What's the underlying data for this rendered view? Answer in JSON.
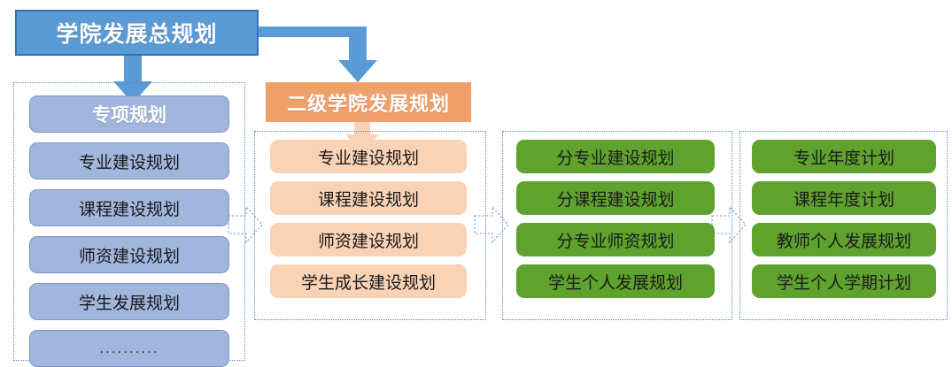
{
  "diagram": {
    "title_box": {
      "label": "学院发展总规划",
      "fill": "#5B9BD5",
      "stroke": "#2E75B6",
      "text_color": "#FFFFFF"
    },
    "sub_header": {
      "label": "二级学院发展规划",
      "fill": "#F0A16A",
      "text_color": "#FFFFFF"
    },
    "columns": [
      {
        "name": "special-plans",
        "fill": "#A0B6DC",
        "stroke": "#7B96C6",
        "items": [
          {
            "label": "专项规划",
            "emphasis": true
          },
          {
            "label": "专业建设规划",
            "emphasis": false
          },
          {
            "label": "课程建设规划",
            "emphasis": false
          },
          {
            "label": "师资建设规划",
            "emphasis": false
          },
          {
            "label": "学生发展规划",
            "emphasis": false
          },
          {
            "label": "..........",
            "emphasis": false
          }
        ]
      },
      {
        "name": "secondary-college-plans",
        "fill": "#FAD3B6",
        "items": [
          {
            "label": "专业建设规划"
          },
          {
            "label": "课程建设规划"
          },
          {
            "label": "师资建设规划"
          },
          {
            "label": "学生成长建设规划"
          }
        ]
      },
      {
        "name": "major-level-plans",
        "fill": "#5FA22E",
        "items": [
          {
            "label": "分专业建设规划"
          },
          {
            "label": "分课程建设规划"
          },
          {
            "label": "分专业师资规划"
          },
          {
            "label": "学生个人发展规划"
          }
        ]
      },
      {
        "name": "annual-plans",
        "fill": "#5FA22E",
        "items": [
          {
            "label": "专业年度计划"
          },
          {
            "label": "课程年度计划"
          },
          {
            "label": "教师个人发展规划"
          },
          {
            "label": "学生个人学期计划"
          }
        ]
      }
    ],
    "connectors": [
      {
        "name": "master-to-special",
        "style": "solid-blue-down-arrow",
        "color": "#5B9BD5"
      },
      {
        "name": "master-to-secondary",
        "style": "solid-blue-elbow-arrow",
        "color": "#5B9BD5"
      },
      {
        "name": "secondary-header-to-items",
        "style": "solid-peach-down-arrow",
        "color": "#FAD3B6"
      },
      {
        "name": "special-to-secondary",
        "style": "dotted-outline-right-arrow",
        "color": "#8EA9CC"
      },
      {
        "name": "secondary-to-major",
        "style": "dotted-outline-right-arrow",
        "color": "#8EA9CC"
      },
      {
        "name": "major-to-annual",
        "style": "dotted-outline-right-arrow",
        "color": "#8EA9CC"
      }
    ]
  }
}
